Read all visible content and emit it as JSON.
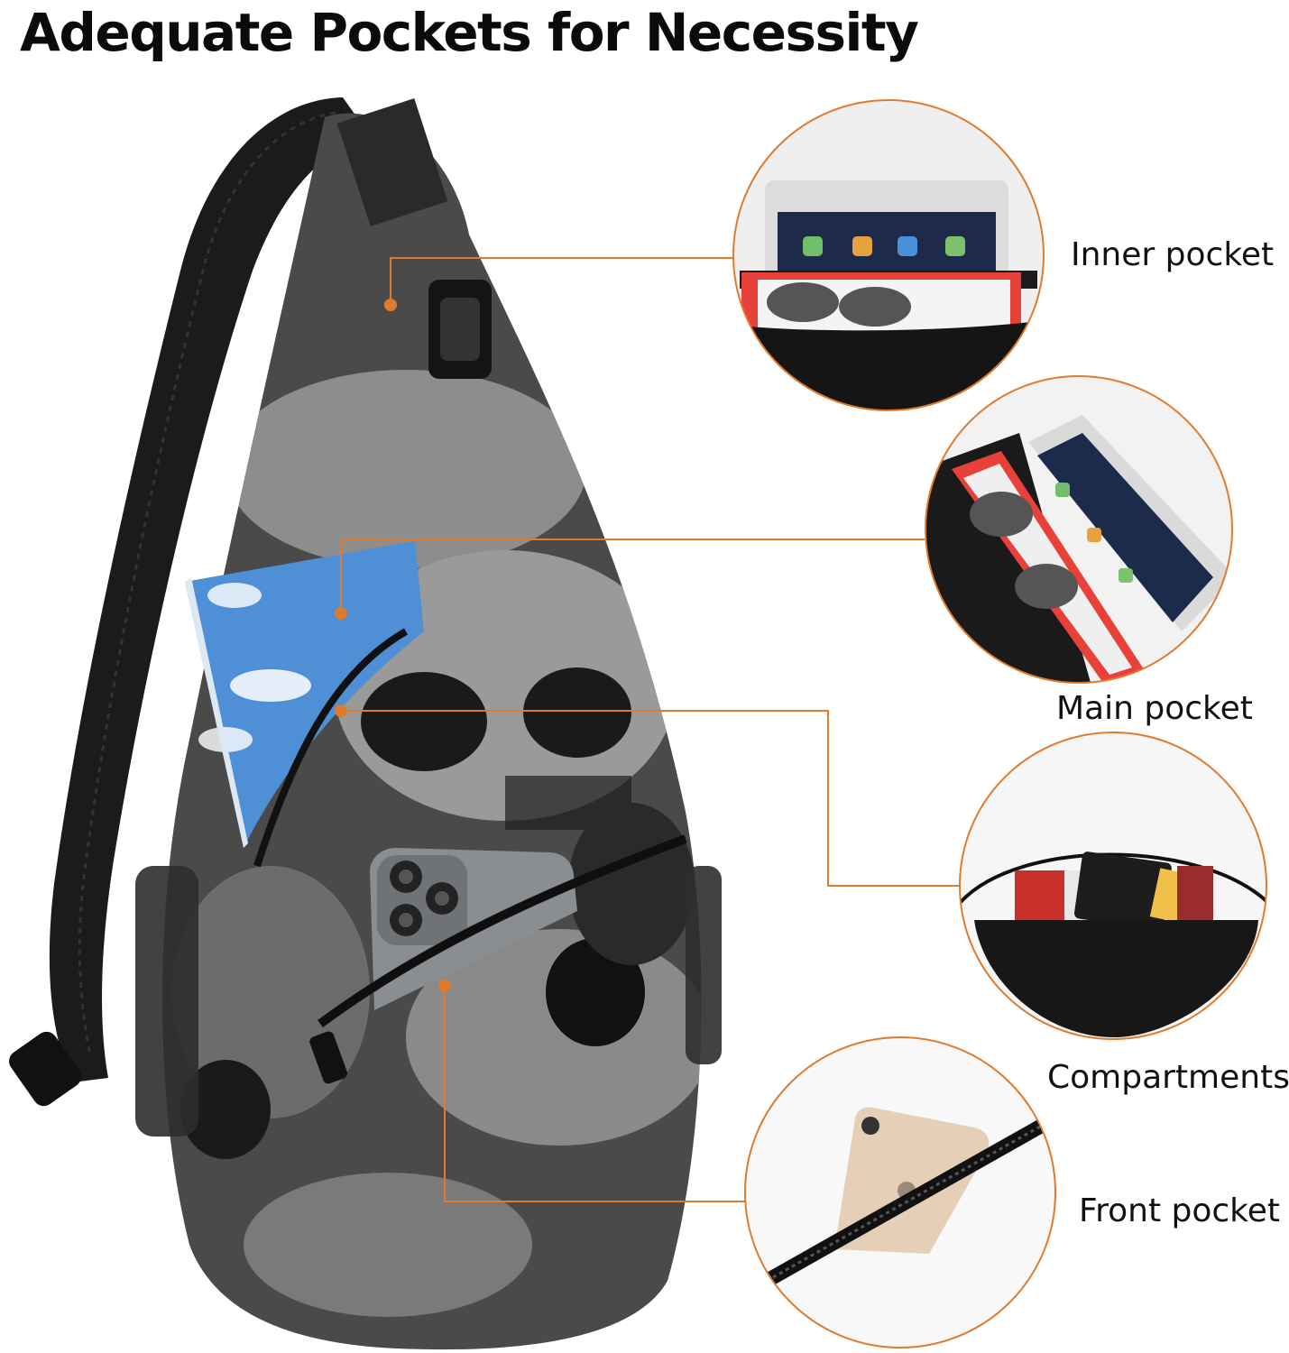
{
  "headline": "Adequate Pockets for Necessity",
  "accent_color": "#e07b2e",
  "product": {
    "description_icon": "skull-print-sling-backpack",
    "pattern": "grey skulls"
  },
  "callouts": [
    {
      "label": "Inner pocket",
      "icon": "tablet-in-pocket"
    },
    {
      "label": "Main pocket",
      "icon": "tablet-and-book-in-pocket"
    },
    {
      "label": "Compartments",
      "icon": "cards-in-compartment"
    },
    {
      "label": "Front pocket",
      "icon": "phone-in-zip-pocket"
    }
  ]
}
